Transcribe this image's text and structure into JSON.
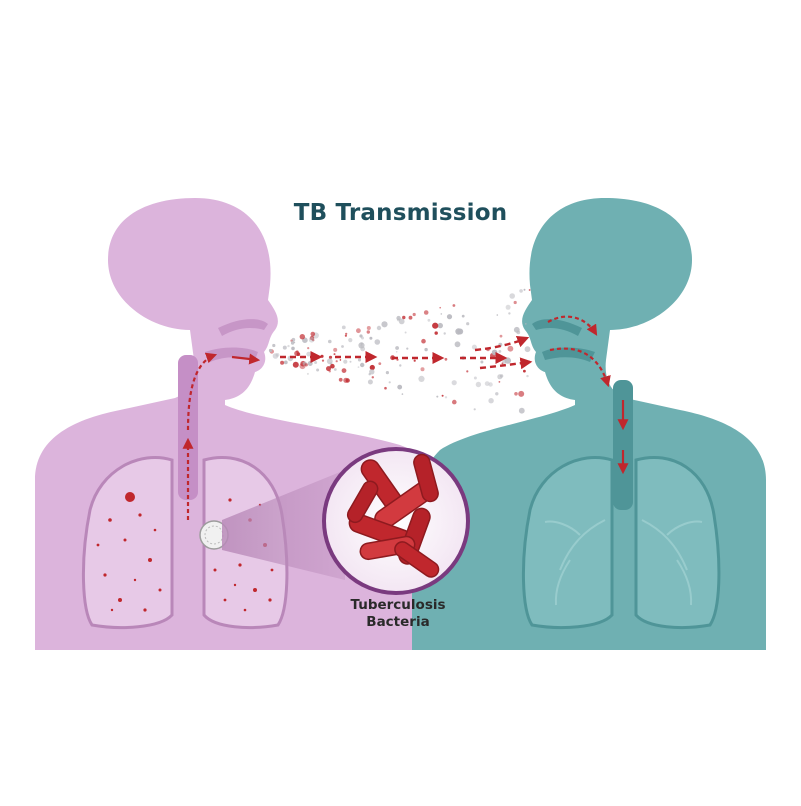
{
  "title": "TB Transmission",
  "callout": {
    "line1": "Tuberculosis",
    "line2": "Bacteria"
  },
  "colors": {
    "infected_person": "#d9b3d9",
    "healthy_person": "#6fb0b2",
    "bacteria": "#c0272d",
    "title_text": "#1f4f5c"
  },
  "figures": {
    "left": "infected-person-silhouette",
    "right": "healthy-person-silhouette"
  }
}
